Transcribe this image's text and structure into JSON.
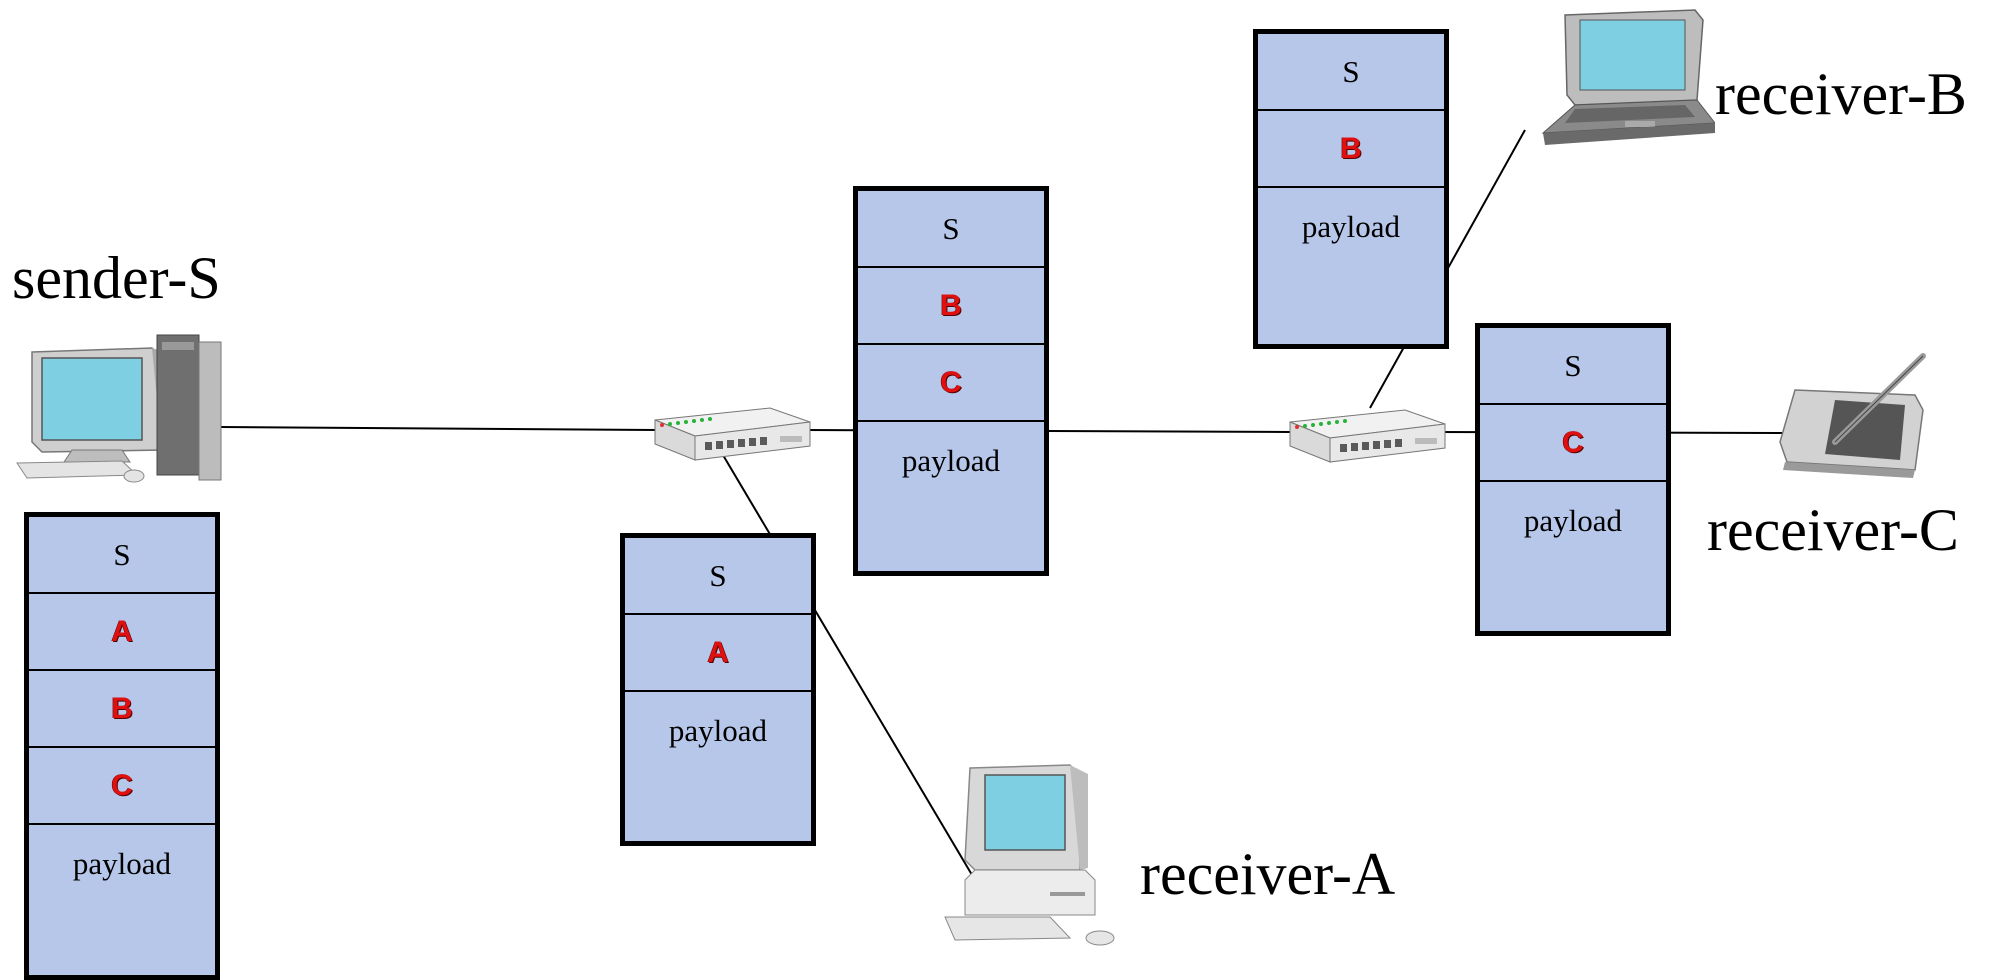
{
  "nodes": {
    "sender": {
      "label": "sender-S"
    },
    "receiver_a": {
      "label": "receiver-A"
    },
    "receiver_b": {
      "label": "receiver-B"
    },
    "receiver_c": {
      "label": "receiver-C"
    }
  },
  "packets": {
    "at_sender": {
      "rows": [
        "S",
        "A",
        "B",
        "C"
      ],
      "payload": "payload"
    },
    "to_receiver_a": {
      "rows": [
        "S",
        "A"
      ],
      "payload": "payload"
    },
    "between_routers": {
      "rows": [
        "S",
        "B",
        "C"
      ],
      "payload": "payload"
    },
    "to_receiver_b": {
      "rows": [
        "S",
        "B"
      ],
      "payload": "payload"
    },
    "to_receiver_c": {
      "rows": [
        "S",
        "C"
      ],
      "payload": "payload"
    }
  },
  "colors": {
    "packet_fill": "#b7c7ea",
    "address_text": "#e01010",
    "screen": "#7ecfe2"
  }
}
